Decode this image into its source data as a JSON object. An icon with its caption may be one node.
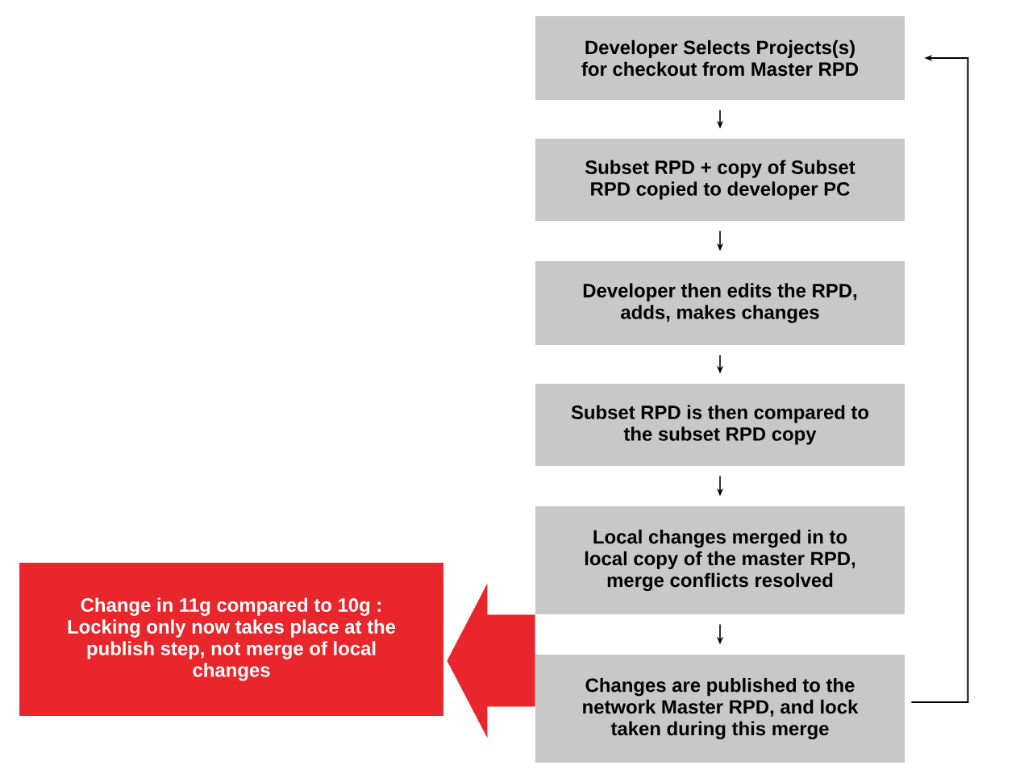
{
  "diagram": {
    "nodes": [
      {
        "text": [
          "Developer Selects Projects(s) for checkout from Master RPD"
        ]
      },
      {
        "text": [
          "Subset RPD + copy of Subset RPD copied to developer PC"
        ]
      },
      {
        "text": [
          "Developer then edits the RPD, adds, makes changes"
        ]
      },
      {
        "text": [
          "Subset RPD is then compared to the subset RPD copy"
        ]
      },
      {
        "text": [
          "Local changes merged in to local copy of the master RPD, merge conflicts resolved"
        ]
      },
      {
        "text": [
          "Changes are published to the network Master RPD, and lock taken during this merge"
        ]
      },
      {
        "text": [
          "Change in 11g compared to 10g : Locking only now takes place at the publish step, not merge of local changes"
        ]
      }
    ],
    "edges": [
      {
        "from": 0,
        "to": 1,
        "arrow": "to"
      },
      {
        "from": 1,
        "to": 2,
        "arrow": "to"
      },
      {
        "from": 2,
        "to": 3,
        "arrow": "to"
      },
      {
        "from": 3,
        "to": 4,
        "arrow": "to"
      },
      {
        "from": 4,
        "to": 5,
        "arrow": "to"
      },
      {
        "from": 5,
        "to": 0,
        "arrow": "to"
      },
      {
        "from": 5,
        "to": 6,
        "arrow": "to",
        "style": "thick",
        "color": "#e8262b"
      }
    ]
  }
}
